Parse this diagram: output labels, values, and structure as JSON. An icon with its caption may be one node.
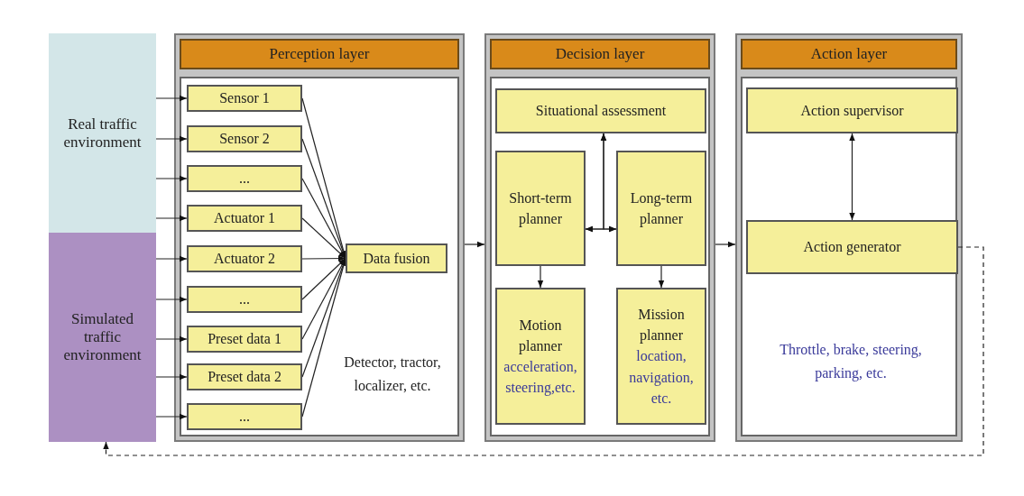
{
  "diagram": {
    "nodes": [
      {
        "text": [
          "Real traffic environment"
        ]
      },
      {
        "text": [
          "Simulated traffic environment"
        ]
      },
      {
        "text": [
          "Perception layer",
          "Detector, tractor, localizer, etc."
        ]
      },
      {
        "text": [
          "Sensor 1"
        ],
        "in": 2
      },
      {
        "text": [
          "Sensor 2"
        ],
        "in": 2
      },
      {
        "text": [
          "..."
        ],
        "in": 2
      },
      {
        "text": [
          "Actuator 1"
        ],
        "in": 2
      },
      {
        "text": [
          "Actuator 2"
        ],
        "in": 2
      },
      {
        "text": [
          "..."
        ],
        "in": 2
      },
      {
        "text": [
          "Preset data 1"
        ],
        "in": 2
      },
      {
        "text": [
          "Preset data 2"
        ],
        "in": 2
      },
      {
        "text": [
          "..."
        ],
        "in": 2
      },
      {
        "text": [
          "Data fusion"
        ],
        "in": 2
      },
      {
        "text": [
          "Decision layer"
        ]
      },
      {
        "text": [
          "Situational assessment"
        ],
        "in": 13
      },
      {
        "text": [
          "Short-term planner"
        ],
        "in": 13
      },
      {
        "text": [
          "Long-term planner"
        ],
        "in": 13
      },
      {
        "text": [
          "Motion planner",
          "acceleration, steering,etc."
        ],
        "in": 13
      },
      {
        "text": [
          "Mission planner",
          "location, navigation, etc."
        ],
        "in": 13
      },
      {
        "text": [
          "Action layer",
          "Throttle, brake, steering, parking, etc."
        ]
      },
      {
        "text": [
          "Action supervisor"
        ],
        "in": 19
      },
      {
        "text": [
          "Action generator"
        ],
        "in": 19
      }
    ],
    "edges": [
      {
        "from": 0,
        "to": 3,
        "arrow": "to"
      },
      {
        "from": 0,
        "to": 4,
        "arrow": "to"
      },
      {
        "from": 0,
        "to": 5,
        "arrow": "to"
      },
      {
        "from": 0,
        "to": 6,
        "arrow": "to"
      },
      {
        "from": 1,
        "to": 7,
        "arrow": "to"
      },
      {
        "from": 1,
        "to": 8,
        "arrow": "to"
      },
      {
        "from": 1,
        "to": 9,
        "arrow": "to"
      },
      {
        "from": 1,
        "to": 10,
        "arrow": "to"
      },
      {
        "from": 1,
        "to": 11,
        "arrow": "to"
      },
      {
        "from": 3,
        "to": 12,
        "arrow": "to"
      },
      {
        "from": 4,
        "to": 12,
        "arrow": "to"
      },
      {
        "from": 5,
        "to": 12,
        "arrow": "to"
      },
      {
        "from": 6,
        "to": 12,
        "arrow": "to"
      },
      {
        "from": 7,
        "to": 12,
        "arrow": "to"
      },
      {
        "from": 8,
        "to": 12,
        "arrow": "to"
      },
      {
        "from": 9,
        "to": 12,
        "arrow": "to"
      },
      {
        "from": 10,
        "to": 12,
        "arrow": "to"
      },
      {
        "from": 11,
        "to": 12,
        "arrow": "to"
      },
      {
        "from": 2,
        "to": 13,
        "arrow": "to"
      },
      {
        "from": 13,
        "to": 19,
        "arrow": "to"
      },
      {
        "from": 14,
        "to": 15,
        "arrow": "both"
      },
      {
        "from": 14,
        "to": 16,
        "arrow": "both"
      },
      {
        "from": 15,
        "to": 16,
        "arrow": "both"
      },
      {
        "from": 15,
        "to": 17,
        "arrow": "to"
      },
      {
        "from": 16,
        "to": 18,
        "arrow": "to"
      },
      {
        "from": 20,
        "to": 21,
        "arrow": "both"
      },
      {
        "from": 21,
        "to": 1,
        "arrow": "to",
        "style": "dashed"
      }
    ]
  }
}
